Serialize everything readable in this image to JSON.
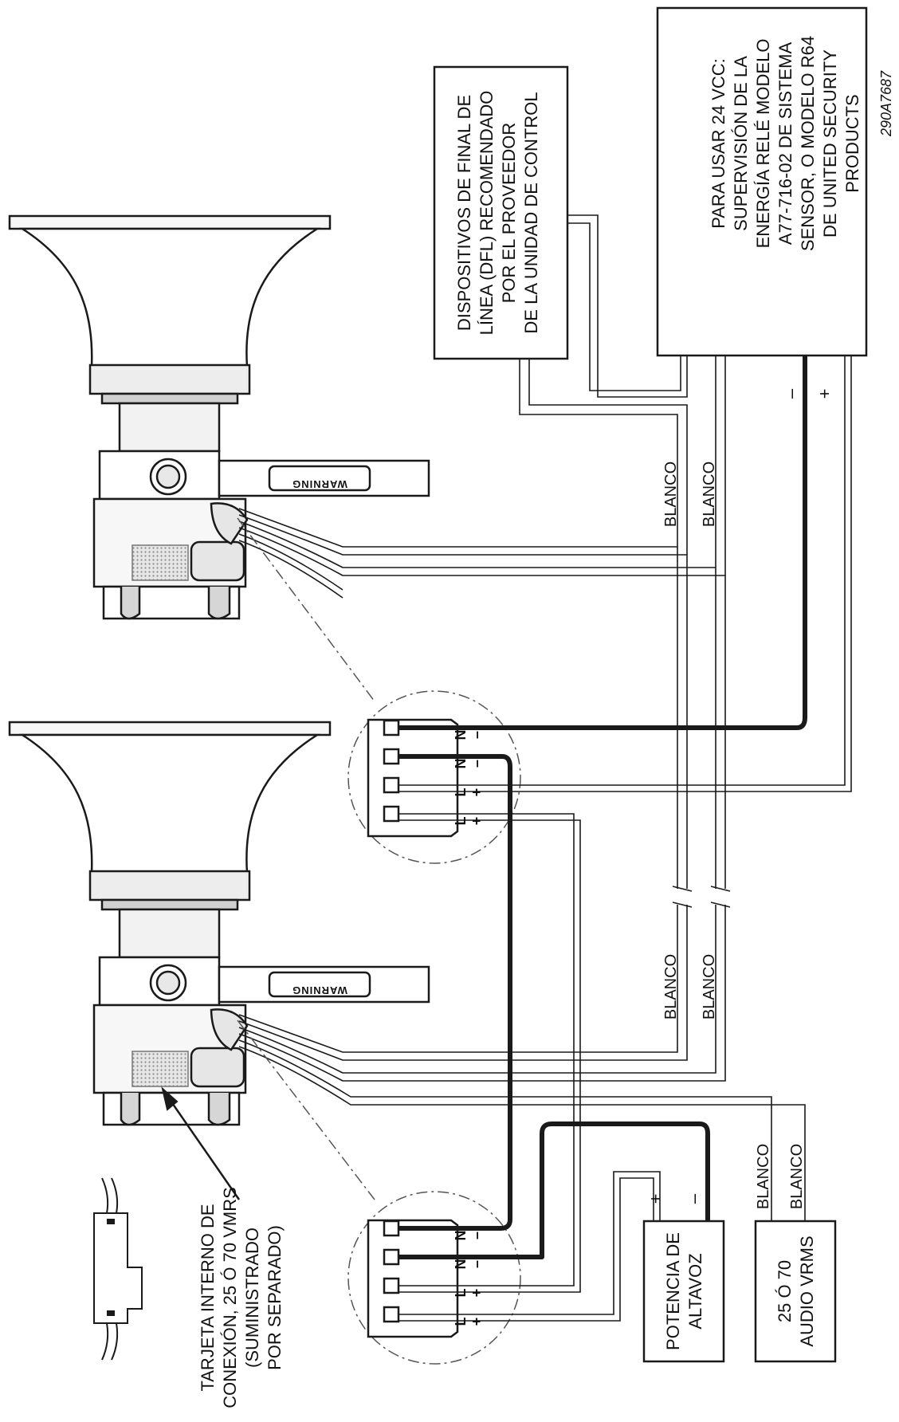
{
  "title": "",
  "diagram_ref": "290A7687",
  "boxes": {
    "dfl_lines": [
      "DISPOSITIVOS DE FINAL DE",
      "LÍNEA (DFL) RECOMENDADO",
      "POR EL PROVEEDOR",
      "DE LA UNIDAD DE CONTROL"
    ],
    "vcc_lines": [
      "PARA USAR 24 VCC:",
      "SUPERVISIÓN DE LA",
      "ENERGÍA RELÉ MODELO",
      "A77-716-02 DE SISTEMA",
      "SENSOR, O MODELO R64",
      "DE UNITED SECURITY",
      "PRODUCTS"
    ],
    "speaker_power_lines": [
      "POTENCIA DE",
      "ALTAVOZ"
    ],
    "audio_lines": [
      "25 Ó 70",
      "AUDIO VRMS"
    ]
  },
  "card_label_lines": [
    "TARJETA INTERNO DE",
    "CONEXIÓN, 25 Ó 70 VMRS",
    "(SUMINISTRADO",
    "POR SEPARADO)"
  ],
  "wire_label": "BLANCO",
  "polarity": {
    "plus": "+",
    "minus": "–"
  },
  "terminals": [
    {
      "code": "N",
      "sign": "–"
    },
    {
      "code": "N",
      "sign": "–"
    },
    {
      "code": "L",
      "sign": "+"
    },
    {
      "code": "L",
      "sign": "+"
    }
  ],
  "horn_badge": "WARNING",
  "colors": {
    "line": "#1a1a1a",
    "fill_light": "#f4f4f4",
    "fill_mid": "#d9d9d9",
    "hatch": "#9a9a9a",
    "background": "#ffffff"
  }
}
